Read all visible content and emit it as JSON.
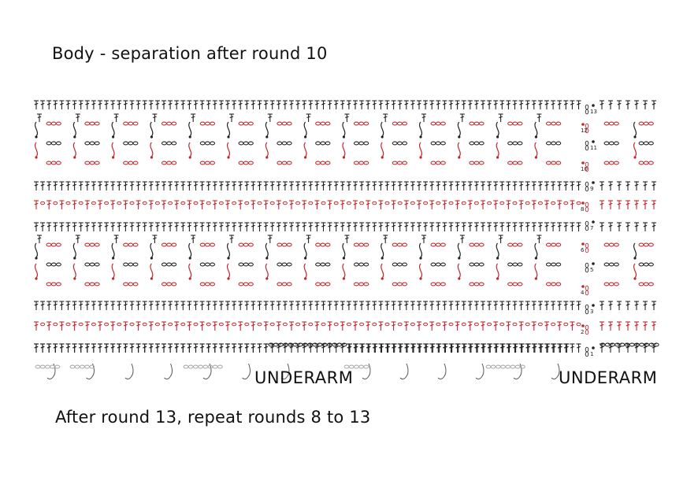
{
  "title": "Body - separation after round 10",
  "footer": "After round 13, repeat rounds 8 to 13",
  "underarm_labels": [
    "UNDERARM",
    "UNDERARM"
  ],
  "round_numbers": [
    "1",
    "2",
    "3",
    "4",
    "5",
    "6",
    "7",
    "8",
    "9",
    "10",
    "11",
    "12",
    "13"
  ],
  "colors": {
    "black_stitch": "#222222",
    "red_stitch": "#c0282d",
    "background": "#ffffff"
  },
  "symbols": [
    "double-crochet-icon",
    "chain-icon",
    "slip-stitch-icon",
    "start-hook-icon"
  ]
}
